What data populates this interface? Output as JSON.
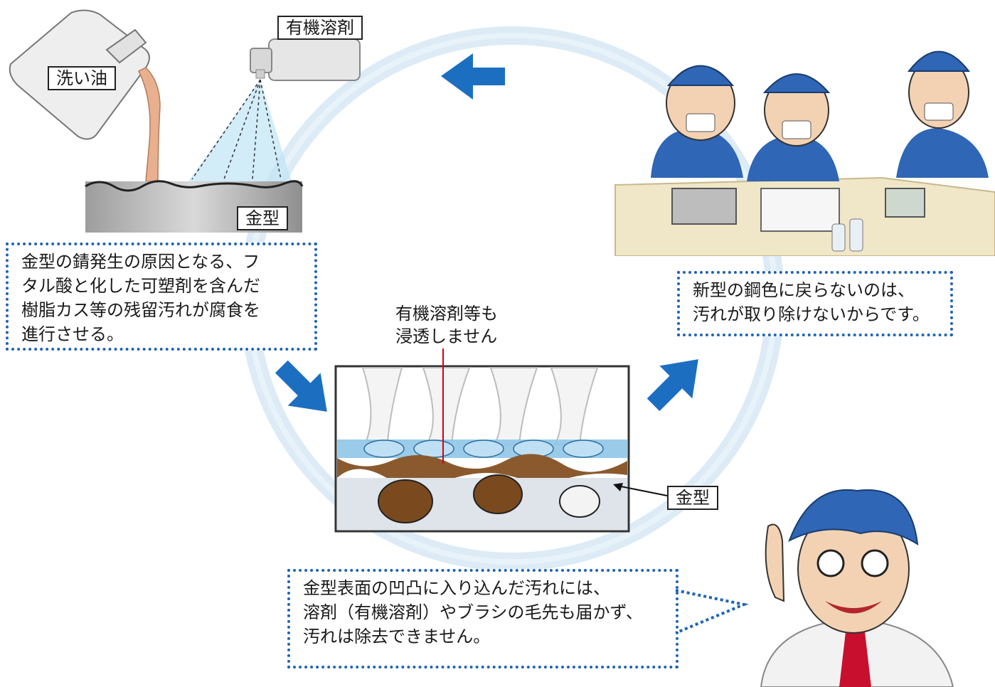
{
  "labels": {
    "wash_oil": "洗い油",
    "organic_solvent": "有機溶剤",
    "mold_top": "金型",
    "mold_right": "金型"
  },
  "notes": {
    "top_left": [
      "金型の錆発生の原因となる、フ",
      "タル酸と化した可塑剤を含んだ",
      "樹脂カス等の残留汚れが腐食を",
      "進行させる。"
    ],
    "top_right": [
      "新型の鋼色に戻らないのは、",
      "汚れが取り除けないからです。"
    ],
    "penetration": [
      "有機溶剤等も",
      "浸透しません"
    ],
    "bottom": [
      "金型表面の凹凸に入り込んだ汚れには、",
      "溶剤（有機溶剤）やブラシの毛先も届かず、",
      "汚れは除去できません。"
    ]
  },
  "colors": {
    "note_border": "#1f63b4",
    "arrow": "#1c6fc0",
    "cycle_ring": "#cfe3f2",
    "uniform": "#2f66b5"
  },
  "icons": [
    "arrow-left-icon",
    "arrow-down-right-icon",
    "arrow-up-right-icon"
  ]
}
